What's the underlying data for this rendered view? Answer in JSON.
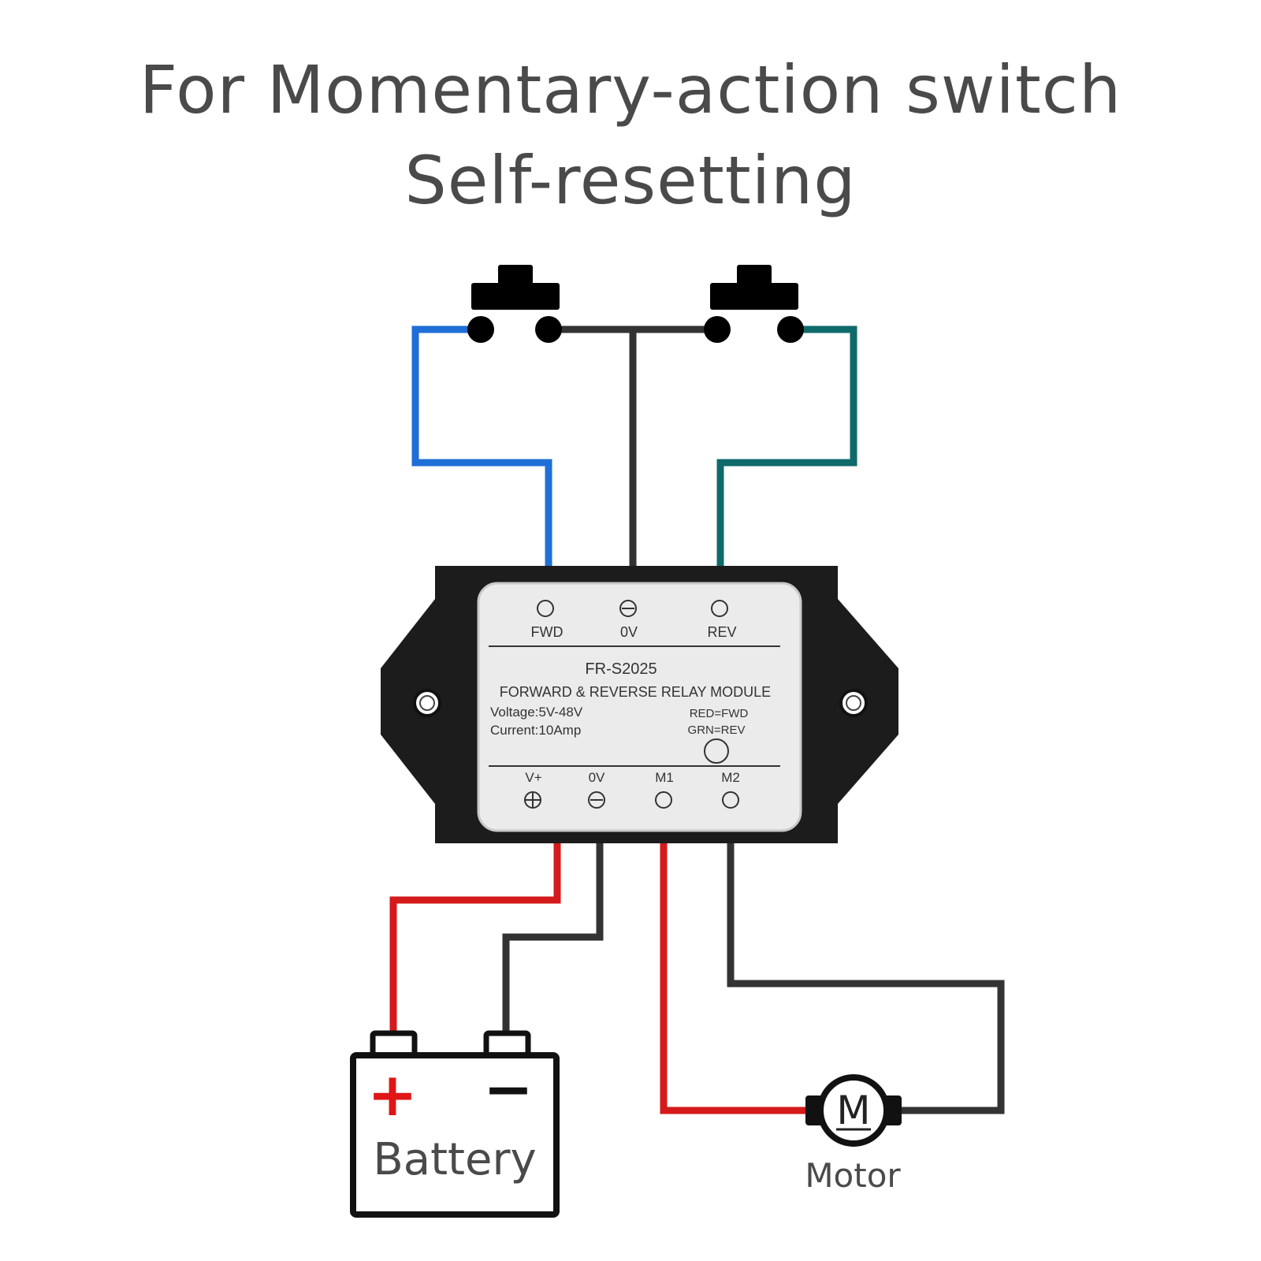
{
  "title": {
    "line1": "For Momentary-action switch",
    "line2": "Self-resetting"
  },
  "module": {
    "top_terminals": [
      "FWD",
      "0V",
      "REV"
    ],
    "model": "FR-S2025",
    "description": "FORWARD & REVERSE RELAY MODULE",
    "voltage": "Voltage:5V-48V",
    "current": "Current:10Amp",
    "led_note_1": "RED=FWD",
    "led_note_2": "GRN=REV",
    "bottom_terminals": [
      "V+",
      "0V",
      "M1",
      "M2"
    ]
  },
  "battery": {
    "label": "Battery",
    "plus": "+",
    "minus": "−"
  },
  "motor": {
    "symbol": "M",
    "label": "Motor"
  },
  "colors": {
    "wire_fwd": "#1f6fd6",
    "wire_rev": "#0f6a6a",
    "wire_ground": "#333333",
    "wire_positive": "#d41a1a",
    "housing": "#1c1c1c",
    "text": "#4a4a4a"
  }
}
